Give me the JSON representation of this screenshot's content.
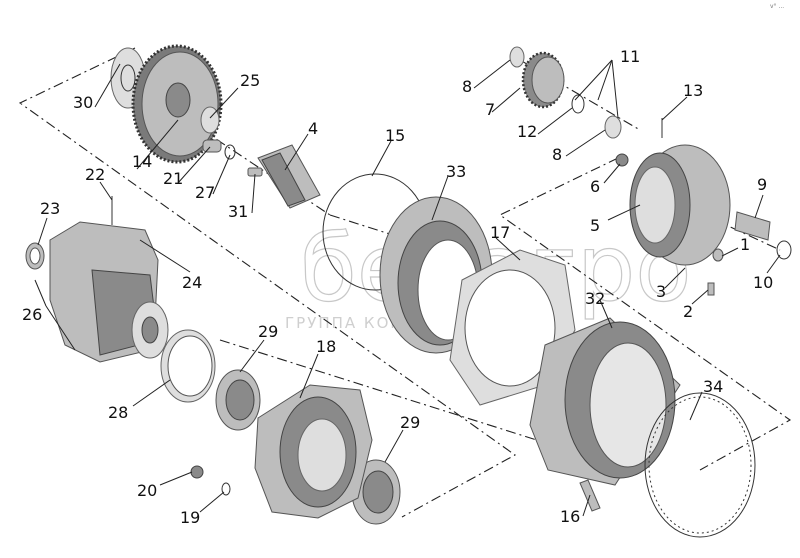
{
  "watermark": {
    "brand": "белагро",
    "subtitle": "ГРУППА КОМПАНИЙ"
  },
  "corner_mark": "v° ...",
  "callouts": [
    "1",
    "2",
    "3",
    "4",
    "5",
    "6",
    "7",
    "8",
    "8",
    "9",
    "10",
    "11",
    "12",
    "13",
    "14",
    "15",
    "16",
    "17",
    "18",
    "19",
    "20",
    "21",
    "22",
    "23",
    "24",
    "25",
    "26",
    "27",
    "28",
    "29",
    "29",
    "30",
    "31",
    "32",
    "33",
    "34"
  ],
  "colors": {
    "part_fill": "#bdbdbd",
    "part_stroke": "#555555",
    "lines": "#222222",
    "background": "#ffffff"
  }
}
